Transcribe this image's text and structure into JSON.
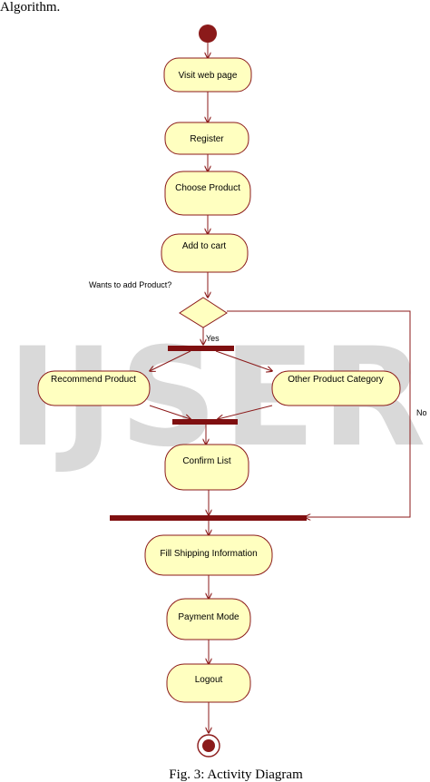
{
  "header_text": "Algorithm.",
  "caption": "Fig. 3: Activity Diagram",
  "watermark": "IJSER",
  "colors": {
    "fill": "#ffffc0",
    "stroke": "#8b1a1a",
    "bar": "#7f0f10",
    "line": "#8b1a1a"
  },
  "nodes": {
    "visit": "Visit web page",
    "register": "Register",
    "choose": "Choose Product",
    "cart": "Add to cart",
    "recommend": "Recommend Product",
    "other": "Other Product Category",
    "confirm": "Confirm List",
    "shipping": "Fill Shipping Information",
    "payment": "Payment Mode",
    "logout": "Logout"
  },
  "decision": {
    "question": "Wants to add Product?",
    "yes": "Yes",
    "no": "No"
  }
}
